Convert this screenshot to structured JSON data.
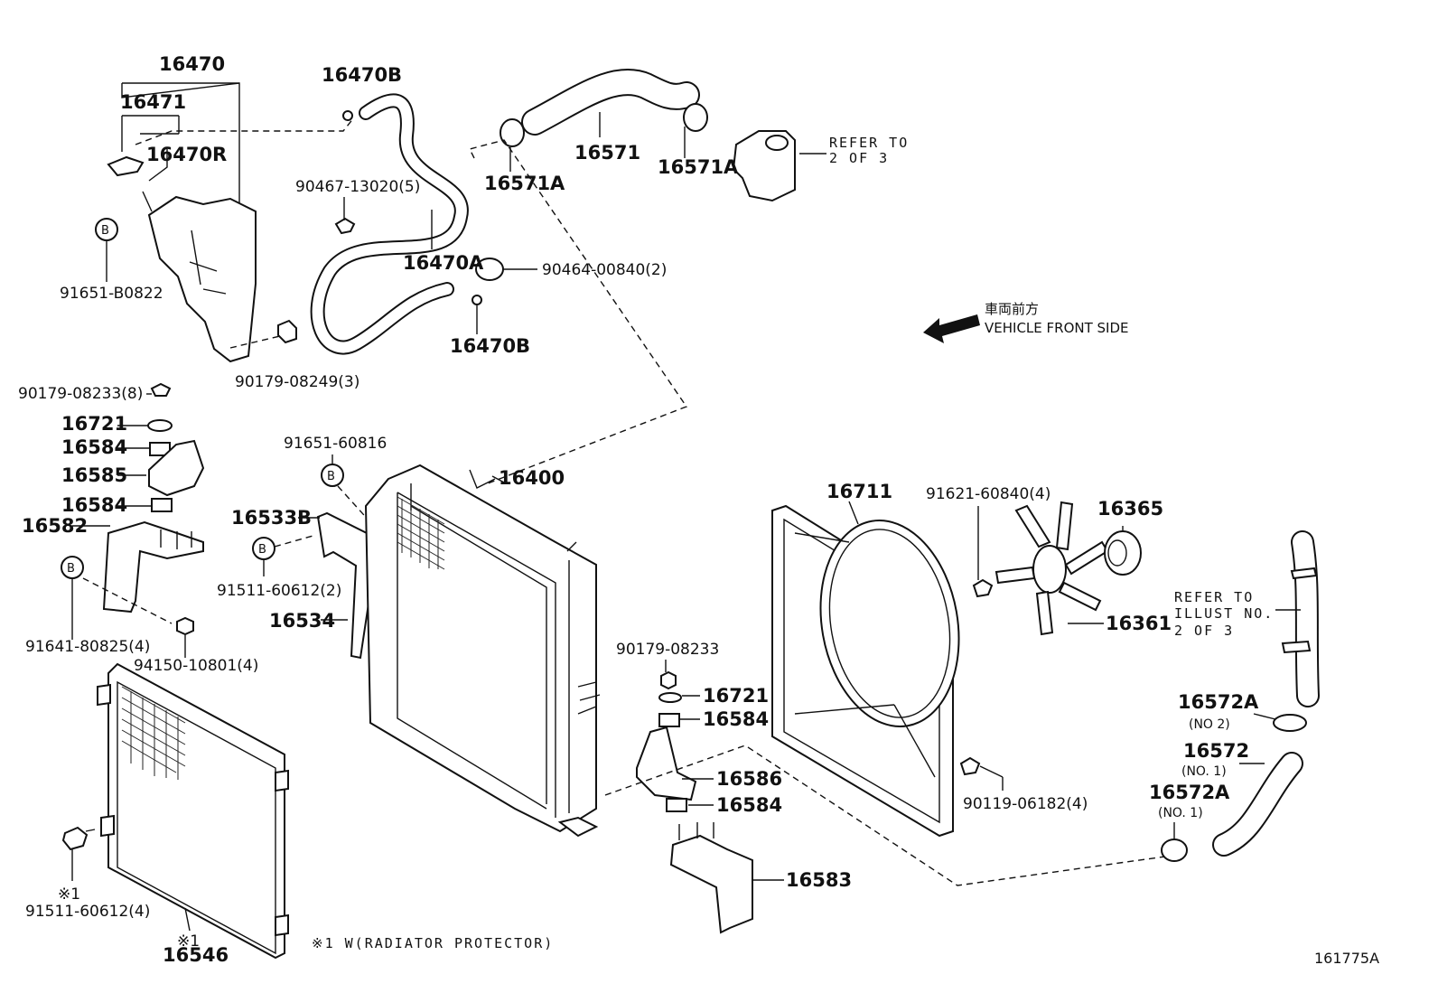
{
  "labels": {
    "p16470": "16470",
    "p16471": "16471",
    "p16470R": "16470R",
    "p16470B_top": "16470B",
    "p90467": "90467-13020(5)",
    "p16470A": "16470A",
    "p90464": "90464-00840(2)",
    "p16470B_bottom": "16470B",
    "p91651_B0822": "91651-B0822",
    "p90179_08249": "90179-08249(3)",
    "p16571A_left": "16571A",
    "p16571": "16571",
    "p16571A_right": "16571A",
    "p90179_08233_8": "90179-08233(8)",
    "p16721_left": "16721",
    "p16584_a": "16584",
    "p16585": "16585",
    "p16584_b": "16584",
    "p16582": "16582",
    "p91641": "91641-80825(4)",
    "p94150": "94150-10801(4)",
    "p91651_60816": "91651-60816",
    "p16533B": "16533B",
    "p91511_60612_2": "91511-60612(2)",
    "p16534": "16534",
    "p16400": "16400",
    "p16711": "16711",
    "p91621": "91621-60840(4)",
    "p16365": "16365",
    "p16361": "16361",
    "p90179_08233": "90179-08233",
    "p16721_right": "16721",
    "p16584_c": "16584",
    "p16586": "16586",
    "p16584_d": "16584",
    "p16583": "16583",
    "p90119": "90119-06182(4)",
    "p16572A_no2": "16572A",
    "p16572A_no2_sub": "(NO 2)",
    "p16572": "16572",
    "p16572_sub": "(NO. 1)",
    "p16572A_no1": "16572A",
    "p16572A_no1_sub": "(NO. 1)",
    "p91511_60612_4": "91511-60612(4)",
    "p16546": "16546",
    "mark1_left": "※1",
    "mark1_bottom": "※1"
  },
  "notes": {
    "refer_top_line1": "REFER TO",
    "refer_top_line2": "2 OF 3",
    "refer_right_line1": "REFER TO",
    "refer_right_line2": "ILLUST NO.",
    "refer_right_line3": "2 OF 3",
    "front_jp": "車両前方",
    "front_en": "VEHICLE FRONT SIDE",
    "footnote": "※1 W(RADIATOR PROTECTOR)",
    "illustration_id": "161775A"
  },
  "callout_letter": "B"
}
